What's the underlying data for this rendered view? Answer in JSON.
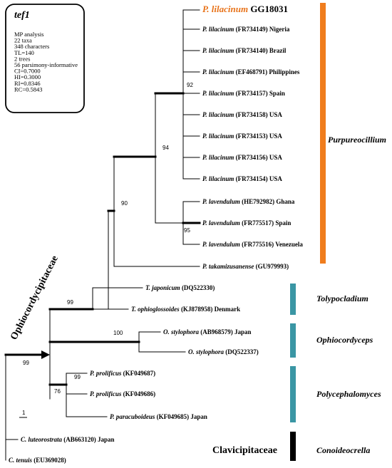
{
  "info_box": {
    "title": "tef1",
    "lines": [
      "MP analysis",
      "22 taxa",
      "348 characters",
      "TL=140",
      "2 trees",
      "56 parsimony-informative",
      "CI=0.7000",
      "HI=0.3000",
      "RI=0.8346",
      "RC=0.5843"
    ]
  },
  "taxa": [
    {
      "genus": "P. lilacinum",
      "rest": " GG18031",
      "highlight": true
    },
    {
      "genus": "P. lilacinum",
      "rest": " (FR734149)  Nigeria"
    },
    {
      "genus": "P. lilacinum",
      "rest": " (FR734140)  Brazil"
    },
    {
      "genus": "P. lilacinum",
      "rest": " (EF468791)  Philippines"
    },
    {
      "genus": "P. lilacinum",
      "rest": " (FR734157)  Spain"
    },
    {
      "genus": "P. lilacinum",
      "rest": " (FR734158)  USA"
    },
    {
      "genus": "P. lilacinum",
      "rest": " (FR734153)  USA"
    },
    {
      "genus": "P. lilacinum",
      "rest": " (FR734156)  USA"
    },
    {
      "genus": "P. lilacinum",
      "rest": " (FR734154)  USA"
    },
    {
      "genus": "P. lavendulum",
      "rest": " (HE792982)  Ghana"
    },
    {
      "genus": "P. lavendulum",
      "rest": " (FR775517)  Spain"
    },
    {
      "genus": "P. lavendulum",
      "rest": " (FR775516)  Venezuela"
    },
    {
      "genus": "P. takamizusanense",
      "rest": " (GU979993)"
    },
    {
      "genus": "T. japonicum",
      "rest": " (DQ522330)"
    },
    {
      "genus": "T. ophioglossoides",
      "rest": " (KJ878958)  Denmark"
    },
    {
      "genus": "O. stylophora",
      "rest": " (AB968579)  Japan"
    },
    {
      "genus": "O. stylophora",
      "rest": " (DQ522337)"
    },
    {
      "genus": "P. prolificus",
      "rest": " (KF049687)"
    },
    {
      "genus": "P. prolificus",
      "rest": " (KF049686)"
    },
    {
      "genus": "P. paracuboideus",
      "rest": " (KF049685)  Japan"
    },
    {
      "genus": "C. luteorostrata",
      "rest": " (AB663120)  Japan"
    },
    {
      "genus": "C. tenuis",
      "rest": " (EU369028)"
    }
  ],
  "support_values": [
    "92",
    "94",
    "90",
    "95",
    "99",
    "100",
    "99",
    "76",
    "99"
  ],
  "groups": [
    {
      "name": "Purpureocillium",
      "color": "#f07d1d"
    },
    {
      "name": "Tolypocladium",
      "color": "#3a96a4"
    },
    {
      "name": "Ophiocordyceps",
      "color": "#3a96a4"
    },
    {
      "name": "Polycephalomyces",
      "color": "#3a96a4"
    },
    {
      "name": "Conoideocrella",
      "color": "#000000"
    }
  ],
  "families": [
    "Ophiocordycipitaceae",
    "Clavicipitaceae"
  ],
  "scale_label": "1",
  "colors": {
    "highlight_text": "#e8731a"
  }
}
